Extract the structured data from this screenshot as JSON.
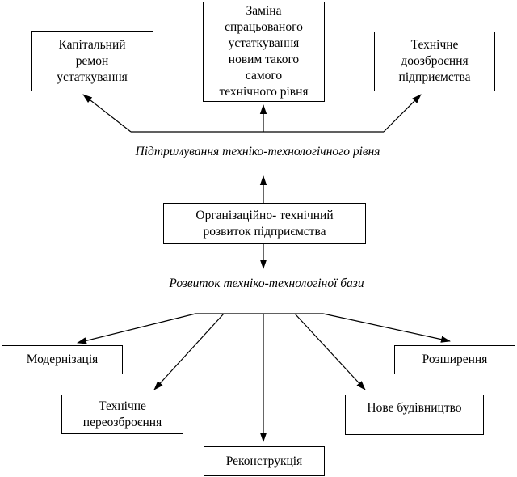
{
  "diagram": {
    "background_color": "#ffffff",
    "line_color": "#000000",
    "text_color": "#000000",
    "captions": {
      "maintain": "Підтримування техніко-технологічного рівня",
      "develop": "Розвиток техніко-технологіної бази"
    },
    "nodes": {
      "capital_repair": {
        "lines": [
          "Капітальний",
          "ремон",
          "устаткування"
        ]
      },
      "equipment_replacement": {
        "lines": [
          "Заміна",
          "спрацьованого",
          "устаткування",
          "новим такого",
          "самого",
          "технічного рівня"
        ]
      },
      "technical_reinforcement": {
        "lines": [
          "Технічне",
          "доозброєння",
          "підприємства"
        ]
      },
      "org_tech_development": {
        "lines": [
          "Організаційно- технічний",
          "розвиток підприємства"
        ]
      },
      "modernization": {
        "lines": [
          "Модернізація"
        ]
      },
      "technical_reequipment": {
        "lines": [
          "Технічне",
          "переозброєння"
        ]
      },
      "reconstruction": {
        "lines": [
          "Реконструкція"
        ]
      },
      "new_construction": {
        "lines": [
          "Нове будівництво"
        ]
      },
      "expansion": {
        "lines": [
          "Розширення"
        ]
      }
    }
  }
}
